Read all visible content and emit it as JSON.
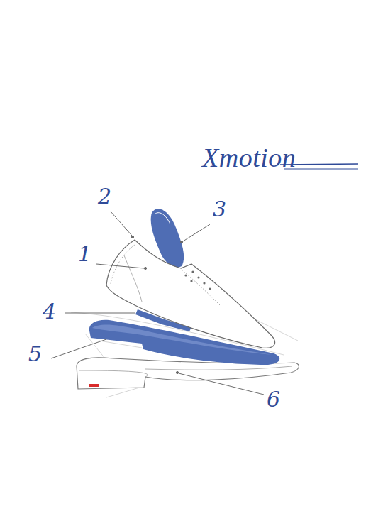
{
  "diagram": {
    "labels": [
      "Xmotion",
      "2",
      "3",
      "1",
      "4",
      "5",
      "6"
    ]
  }
}
